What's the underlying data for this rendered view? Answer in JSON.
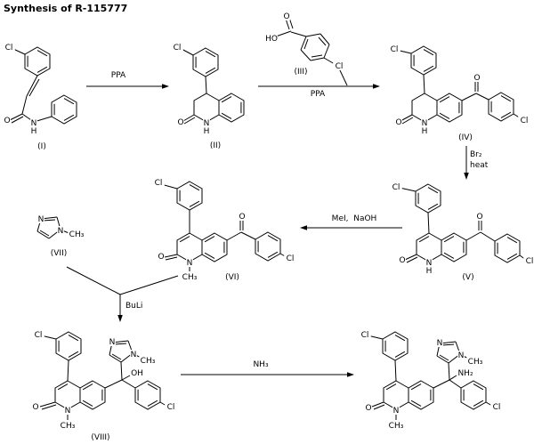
{
  "title": "Synthesis of R-115777",
  "atoms": {
    "cl": "Cl",
    "o": "O",
    "n": "N",
    "h": "H",
    "ho": "HO",
    "oh": "OH",
    "ch3": "CH₃",
    "nh2": "NH₂"
  },
  "compounds": [
    {
      "label": "(I)"
    },
    {
      "label": "(II)"
    },
    {
      "label": "(III)"
    },
    {
      "label": "(IV)"
    },
    {
      "label": "(V)"
    },
    {
      "label": "(VI)"
    },
    {
      "label": "(VII)"
    },
    {
      "label": "(VIII)"
    }
  ],
  "reagents": {
    "step1": "PPA",
    "step2": "PPA",
    "step3a": "Br₂",
    "step3b": "heat",
    "step4": "MeI,  NaOH",
    "step5": "BuLi",
    "step6": "NH₃"
  }
}
